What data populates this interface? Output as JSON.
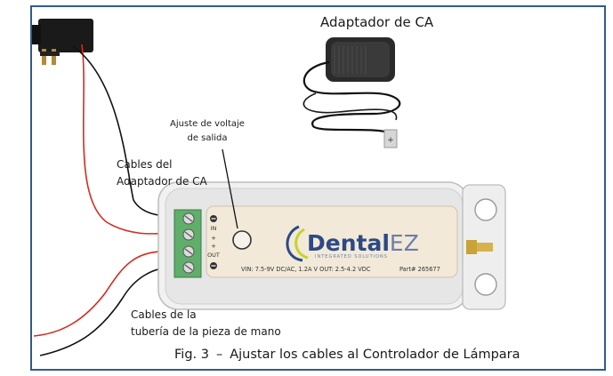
{
  "labels": {
    "adapter_title": "Adaptador de CA",
    "voltage_adjust_line1": "Ajuste de voltaje",
    "voltage_adjust_line2": "de salida",
    "ac_cables_line1": "Cables del",
    "ac_cables_line2": "Adaptador de CA",
    "handpiece_cables_line1": "Cables de la",
    "handpiece_cables_line2": "tubería de la pieza de mano"
  },
  "device": {
    "brand_main": "Dental",
    "brand_suffix": "EZ",
    "brand_tagline": "INTEGRATED SOLUTIONS",
    "spec_text": "VIN: 7.5-9V DC/AC, 1.2A  V OUT: 2.5-4.2 VDC",
    "part_number": "Part# 265677",
    "terminal_in": "IN",
    "terminal_out": "OUT",
    "plus_sign": "+",
    "minus_sign": "−"
  },
  "adapter_plug_sign": "+",
  "caption": {
    "fig": "Fig. 3",
    "dash": "–",
    "text": "Ajustar los cables al Controlador de Lámpara"
  },
  "colors": {
    "frame": "#2f5c8f",
    "wire_red": "#d42a1f",
    "wire_black": "#111111",
    "terminal_green": "#5fae6a",
    "brand_blue": "#2b4a86",
    "brass": "#c9a33a"
  }
}
